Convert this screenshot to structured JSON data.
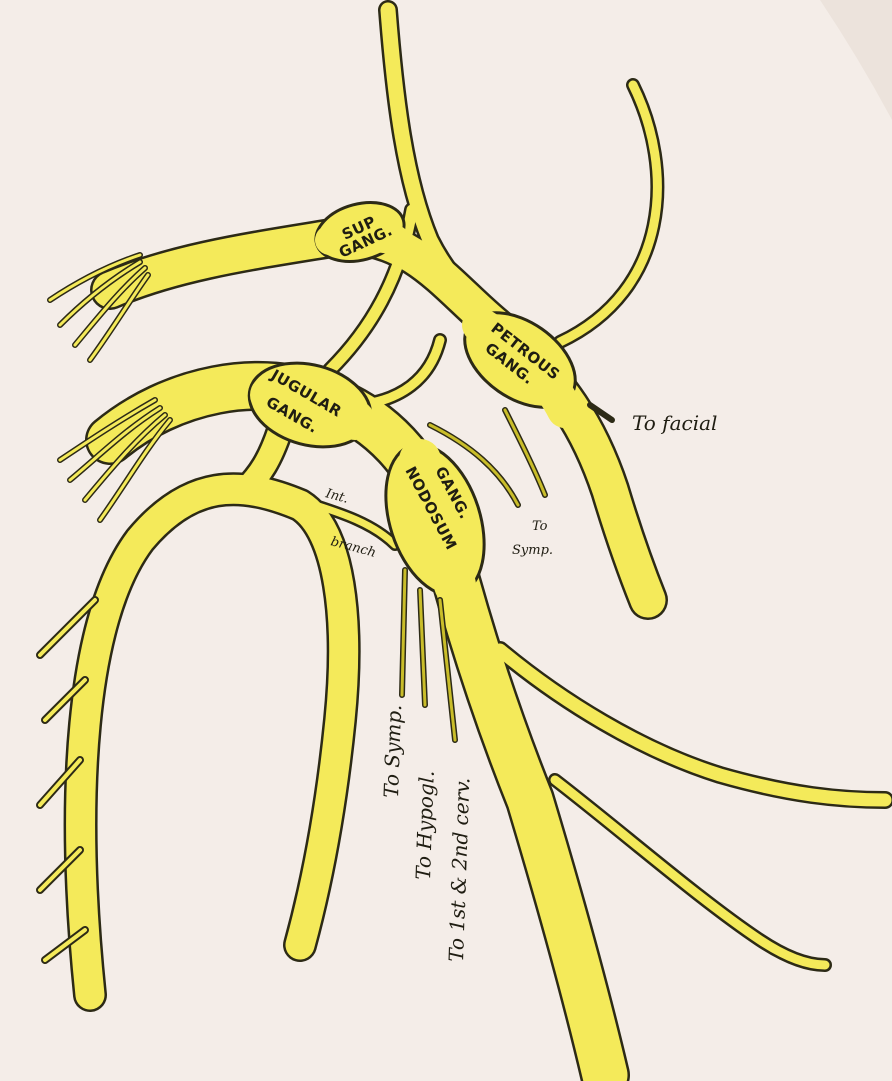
{
  "labels": {
    "sup_gang_1": "SUP",
    "sup_gang_2": "GANG.",
    "petrous_gang_1": "PETROUS",
    "petrous_gang_2": "GANG.",
    "jugular_gang_1": "JUGULAR",
    "jugular_gang_2": "GANG.",
    "nodosum_gang_1": "GANG.",
    "nodosum_gang_2": "NODOSUM",
    "to_facial": "To facial",
    "to_symp_right_1": "To",
    "to_symp_right_2": "Symp.",
    "int_branch_1": "Int.",
    "int_branch_2": "branch",
    "to_symp_lower": "To Symp.",
    "to_hypogl": "To Hypogl.",
    "to_cervical": "To 1st & 2nd cerv."
  },
  "colors": {
    "background": "#f4ede8",
    "nerve_fill": "#f4ea5a",
    "outline": "#2c2a16"
  }
}
